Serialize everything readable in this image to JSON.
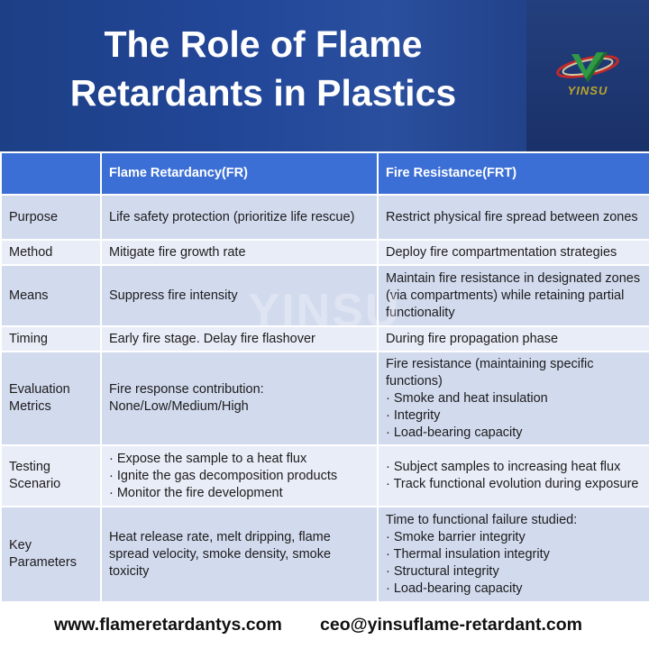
{
  "header": {
    "title_line1": "The Role of Flame",
    "title_line2": "Retardants in Plastics",
    "logo_text": "YINSU",
    "brand_color": "#23489a"
  },
  "watermark": "YINSU",
  "table": {
    "columns": [
      "",
      "Flame Retardancy(FR)",
      "Fire Resistance(FRT)"
    ],
    "rows": [
      {
        "label": [
          "Purpose"
        ],
        "fr": [
          "Life safety protection (prioritize life rescue)"
        ],
        "frt": [
          "Restrict physical fire spread between zones"
        ]
      },
      {
        "label": [
          "Method"
        ],
        "fr": [
          "Mitigate fire growth rate"
        ],
        "frt": [
          "Deploy fire compartmentation strategies"
        ]
      },
      {
        "label": [
          "Means"
        ],
        "fr": [
          "Suppress fire intensity"
        ],
        "frt": [
          "Maintain fire resistance in designated zones (via compartments) while retaining partial functionality"
        ]
      },
      {
        "label": [
          "Timing"
        ],
        "fr": [
          "Early fire stage. Delay fire flashover"
        ],
        "frt": [
          "During fire propagation phase"
        ]
      },
      {
        "label": [
          "Evaluation",
          "Metrics"
        ],
        "fr": [
          "Fire response contribution:",
          "None/Low/Medium/High"
        ],
        "frt": [
          "Fire resistance (maintaining specific functions)",
          "· Smoke and heat insulation",
          "· Integrity",
          "· Load-bearing capacity"
        ]
      },
      {
        "label": [
          "Testing",
          "Scenario"
        ],
        "fr": [
          "· Expose the sample to a heat flux",
          "· Ignite the gas decomposition products",
          "· Monitor the fire development"
        ],
        "frt": [
          "· Subject samples to increasing heat flux",
          "· Track functional evolution during exposure"
        ]
      },
      {
        "label": [
          "Key",
          "Parameters"
        ],
        "fr": [
          "Heat release rate, melt dripping, flame spread velocity, smoke density, smoke toxicity"
        ],
        "frt": [
          "Time to functional failure studied:",
          "· Smoke barrier integrity",
          "· Thermal insulation integrity",
          "· Structural integrity",
          "· Load-bearing capacity"
        ]
      }
    ]
  },
  "footer": {
    "website": "www.flameretardantys.com",
    "email": "ceo@yinsuflame-retardant.com"
  }
}
